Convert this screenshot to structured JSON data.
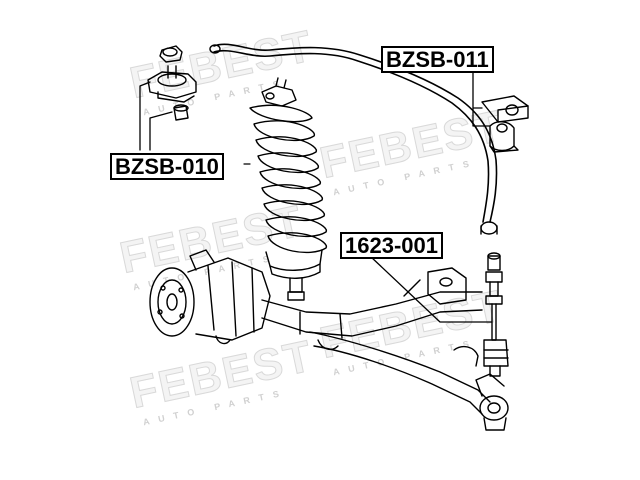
{
  "watermark": {
    "brand": "FEBEST",
    "tagline": "AUTO PARTS"
  },
  "labels": {
    "stabilizer_bushing": "BZSB-011",
    "strut_mount_bushing": "BZSB-010",
    "stabilizer_link": "1623-001"
  },
  "colors": {
    "line": "#000000",
    "watermark": "#e6e6e6",
    "background": "#ffffff"
  }
}
